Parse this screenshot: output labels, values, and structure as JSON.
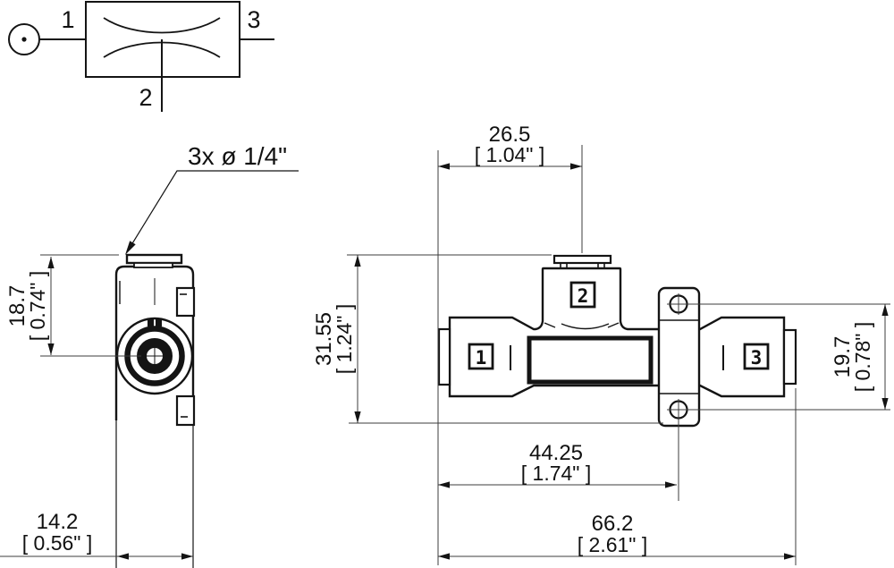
{
  "drawing": {
    "title": "pneumatic-tee-fitting-technical-drawing",
    "schematic": {
      "port1": "1",
      "port2": "2",
      "port3": "3"
    },
    "callout": "3x ø  1/4\"",
    "side_view_ports": {
      "port1": "1",
      "port2": "2",
      "port3": "3"
    },
    "dims": {
      "height": {
        "mm": "18.7",
        "in": "[ 0.74\" ]"
      },
      "width": {
        "mm": "14.2",
        "in": "[ 0.56\" ]"
      },
      "port2_offset": {
        "mm": "26.5",
        "in": "[ 1.04\" ]"
      },
      "overall_height": {
        "mm": "31.55",
        "in": "[ 1.24\" ]"
      },
      "hole_spacing": {
        "mm": "19.7",
        "in": "[ 0.78\" ]"
      },
      "hole_offset": {
        "mm": "44.25",
        "in": "[ 1.74\" ]"
      },
      "overall_length": {
        "mm": "66.2",
        "in": "[ 2.61\" ]"
      }
    },
    "colors": {
      "outline": "#141414",
      "dimension": "#3c3c3c",
      "background": "#ffffff"
    }
  }
}
